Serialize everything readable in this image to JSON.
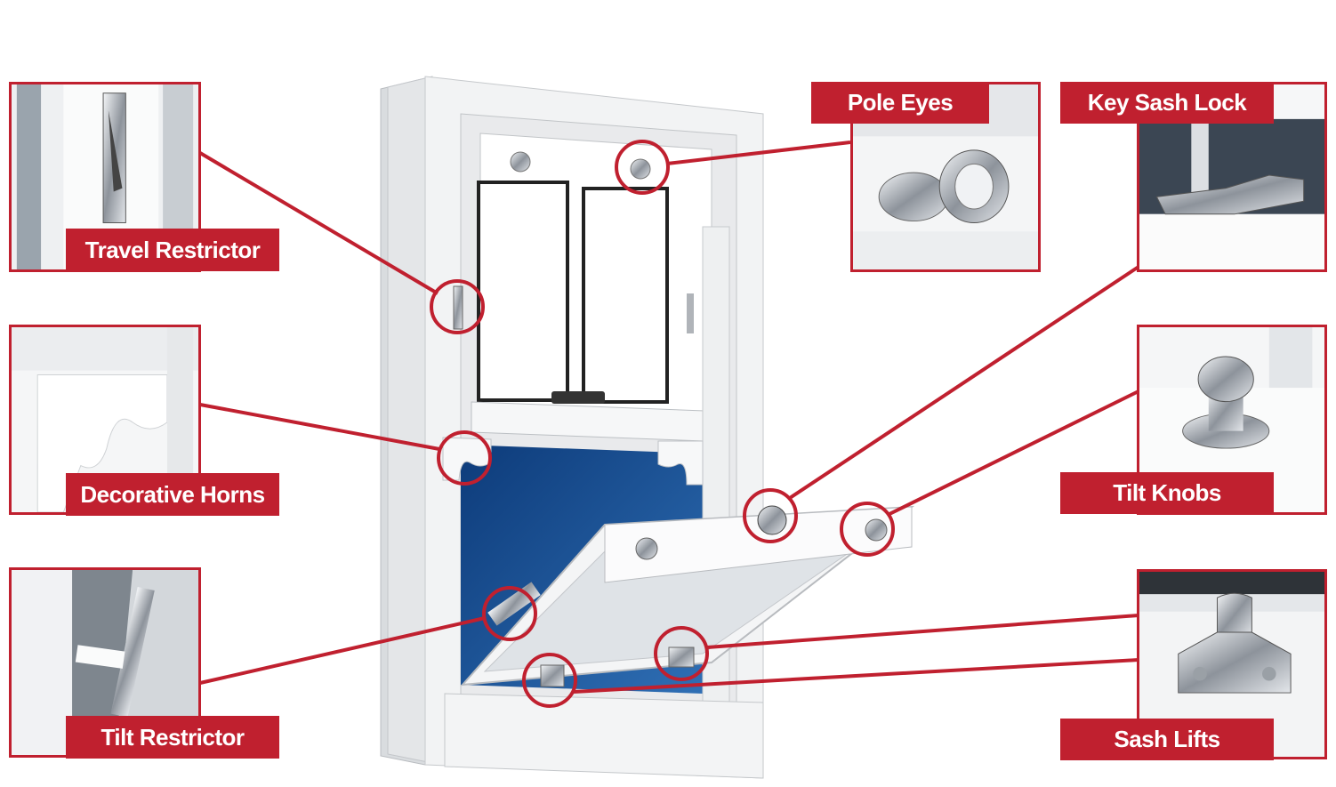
{
  "labels": {
    "travel_restrictor": "Travel Restrictor",
    "decorative_horns": "Decorative Horns",
    "tilt_restrictor": "Tilt Restrictor",
    "pole_eyes": "Pole Eyes",
    "key_sash_lock": "Key Sash Lock",
    "tilt_knobs": "Tilt Knobs",
    "sash_lifts": "Sash Lifts"
  },
  "colors": {
    "accent_red": "#c0202f",
    "frame_white": "#f2f3f4",
    "glass_blue": "#1a4f8e",
    "chrome": "#c9ccd1"
  },
  "icons": [
    "travel-restrictor-icon",
    "decorative-horn-icon",
    "tilt-restrictor-icon",
    "pole-eye-icon",
    "key-sash-lock-icon",
    "tilt-knob-icon",
    "sash-lift-icon"
  ]
}
